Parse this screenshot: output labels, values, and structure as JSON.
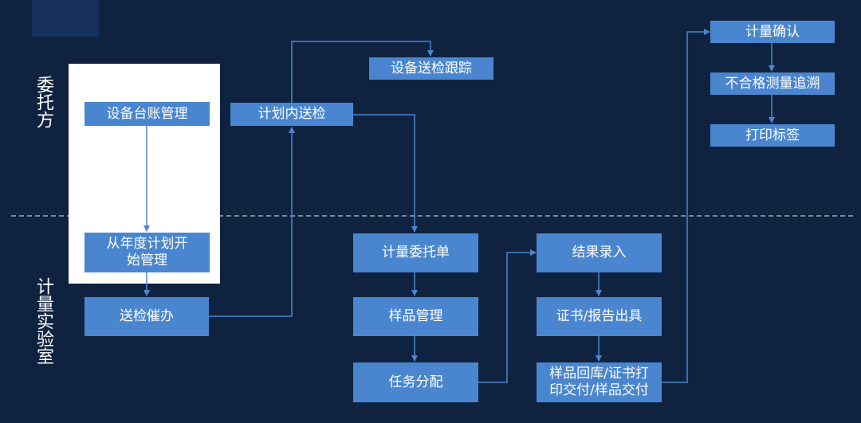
{
  "lanes": {
    "client": "委托方",
    "lab": "计量实验室"
  },
  "nodes": {
    "asset_ledger": "设备台账管理",
    "annual_plan": "从年度计划开始管理",
    "inspection_reminder": "送检催办",
    "planned_inspection": "计划内送检",
    "inspection_tracking": "设备送检跟踪",
    "measurement_order": "计量委托单",
    "sample_management": "样品管理",
    "task_assignment": "任务分配",
    "result_entry": "结果录入",
    "certificate_issue": "证书/报告出具",
    "sample_return": "样品回库/证书打印交付/样品交付",
    "measurement_confirm": "计量确认",
    "nonconforming_trace": "不合格测量追溯",
    "print_label": "打印标签"
  },
  "colors": {
    "background": "#0f2340",
    "node_fill": "#4a86cf",
    "connector": "#4a86cf",
    "divider": "#7c8a9c"
  }
}
